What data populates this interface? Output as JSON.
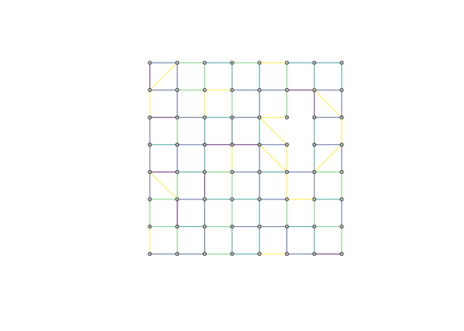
{
  "graph": {
    "type": "grid-network",
    "rows": 8,
    "cols": 8,
    "palette": {
      "dark_purple": "#440154",
      "blue": "#3b528b",
      "teal": "#21908c",
      "green": "#5dc863",
      "yellow": "#fde725",
      "node_stroke": "#000000",
      "node_fill": "#d9d9d9"
    },
    "horizontal_edges": [
      [
        "blue",
        "green",
        "teal",
        "green",
        "yellow",
        "teal",
        "teal"
      ],
      [
        "blue",
        "green",
        "yellow",
        "blue",
        "blue",
        "purple",
        "blue"
      ],
      [
        "dark_purple",
        "blue",
        "teal",
        "blue",
        "yellow",
        null,
        "blue"
      ],
      [
        "teal",
        "blue",
        "dark_purple",
        "dark_purple",
        "blue",
        null,
        "blue"
      ],
      [
        "dark_purple",
        "teal",
        "green",
        "blue",
        "teal",
        "blue",
        "green"
      ],
      [
        "green",
        "blue",
        "teal",
        "teal",
        "blue",
        "yellow",
        "teal"
      ],
      [
        "green",
        "teal",
        "green",
        "blue",
        "blue",
        "teal",
        "green"
      ],
      [
        "blue",
        "blue",
        "green",
        "teal",
        "yellow",
        "blue",
        "dark_purple"
      ]
    ],
    "vertical_edges": [
      [
        "dark_purple",
        "blue",
        "green",
        "teal",
        "teal",
        "green",
        "teal",
        "teal"
      ],
      [
        "yellow",
        "blue",
        "yellow",
        "green",
        "blue",
        "green",
        "dark_purple",
        "blue"
      ],
      [
        "blue",
        "green",
        "teal",
        "blue",
        "teal",
        null,
        "teal",
        "yellow"
      ],
      [
        "blue",
        "blue",
        "teal",
        "yellow",
        "blue",
        "yellow",
        "teal",
        "blue"
      ],
      [
        "blue",
        "green",
        "dark_purple",
        "green",
        "blue",
        "yellow",
        "blue",
        "green"
      ],
      [
        "green",
        "dark_purple",
        "blue",
        "green",
        "teal",
        "green",
        "green",
        "blue"
      ],
      [
        "yellow",
        "green",
        "blue",
        "teal",
        "teal",
        "blue",
        "teal",
        "green"
      ]
    ],
    "diagonal_edges": [
      {
        "from": [
          1,
          0
        ],
        "to": [
          0,
          1
        ],
        "color": "yellow"
      },
      {
        "from": [
          1,
          6
        ],
        "to": [
          2,
          7
        ],
        "color": "yellow"
      },
      {
        "from": [
          2,
          4
        ],
        "to": [
          3,
          5
        ],
        "color": "yellow"
      },
      {
        "from": [
          3,
          4
        ],
        "to": [
          4,
          5
        ],
        "color": "yellow"
      },
      {
        "from": [
          4,
          6
        ],
        "to": [
          3,
          7
        ],
        "color": "yellow"
      },
      {
        "from": [
          4,
          0
        ],
        "to": [
          5,
          1
        ],
        "color": "yellow"
      }
    ]
  }
}
